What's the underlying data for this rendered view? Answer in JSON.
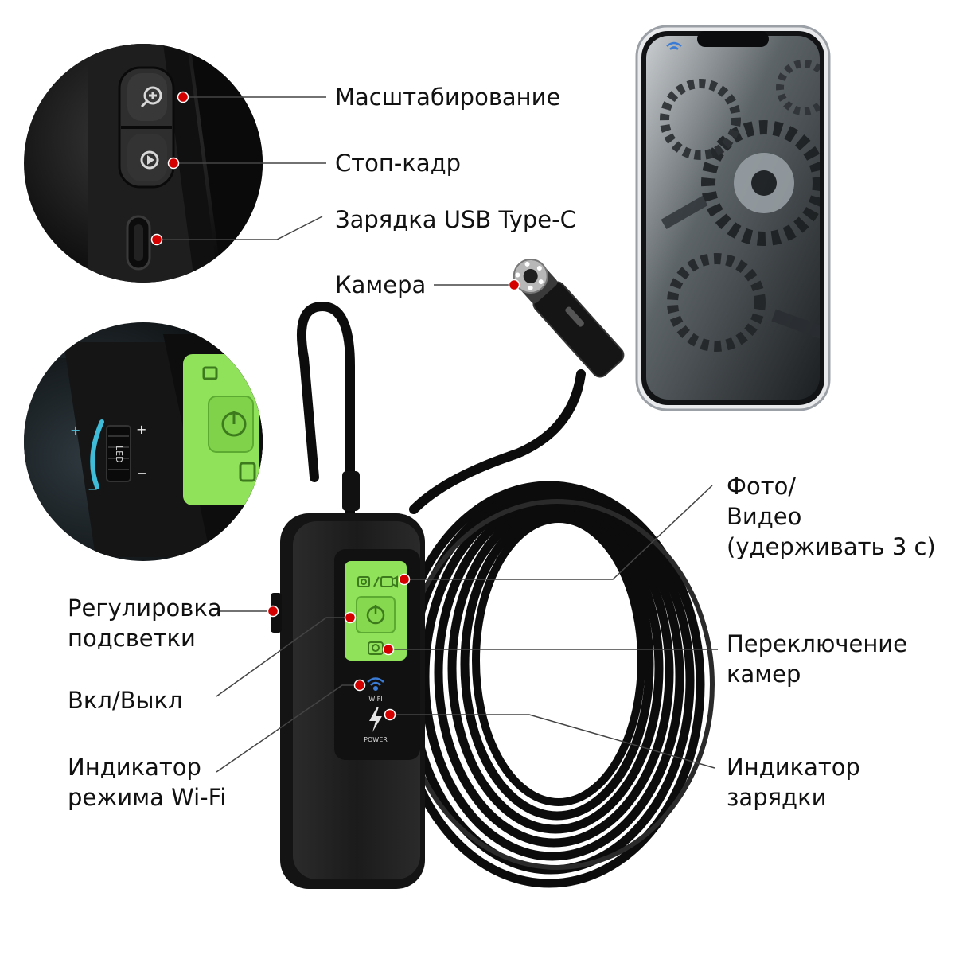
{
  "colors": {
    "dot": "#d40000",
    "leader": "#444444",
    "device_body": "#1d1d1d",
    "button_panel": "#8fe25a",
    "cable": "#0c0c0c"
  },
  "device": {
    "wifi_text": "WIFI",
    "power_text": "POWER",
    "led_text": "LED",
    "plus": "+",
    "minus": "−"
  },
  "labels": {
    "zoom": "Масштабирование",
    "freeze": "Стоп-кадр",
    "charging_port": "Зарядка USB Type-C",
    "camera": "Камера",
    "photo_video": "Фото/\nВидео\n(удерживать 3 с)",
    "backlight": "Регулировка\nподсветки",
    "power_toggle": "Вкл/Выкл",
    "switch_cameras": "Переключение\nкамер",
    "wifi_indicator": "Индикатор\nрежима Wi-Fi",
    "charge_indicator": "Индикатор\nзарядки"
  },
  "icons": [
    "zoom-in-icon",
    "play-icon",
    "usb-c-port-icon",
    "camera-icon",
    "video-icon",
    "power-icon",
    "switch-camera-icon",
    "wifi-icon",
    "lightning-icon"
  ]
}
